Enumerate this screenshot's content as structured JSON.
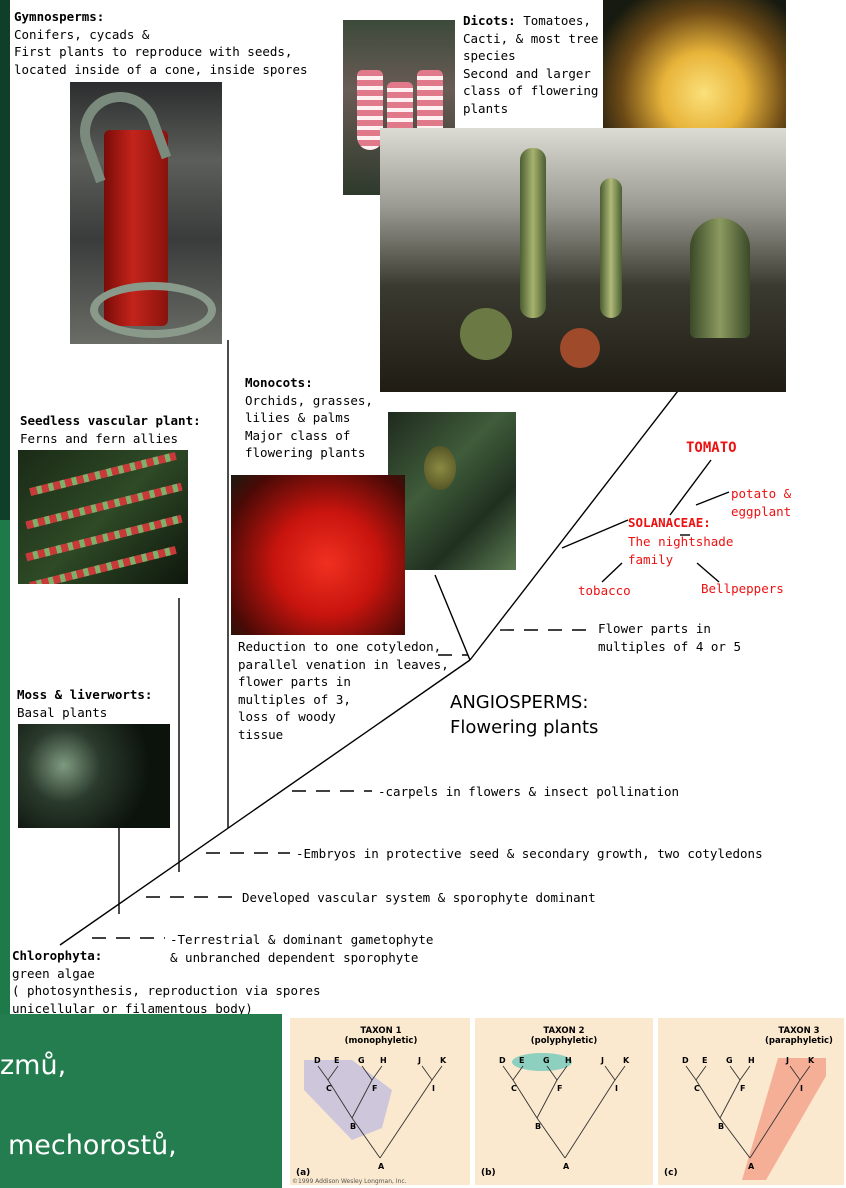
{
  "gymnosperms": {
    "title": "Gymnosperms:",
    "desc": "Conifers, cycads &\nFirst plants to reproduce with seeds,\nlocated inside of a cone, inside spores"
  },
  "dicots": {
    "title": "Dicots:",
    "desc": "Tomatoes,\nCacti, & most tree\nspecies\nSecond and larger\nclass of flowering\nplants"
  },
  "monocots": {
    "title": "Monocots:",
    "desc": "Orchids, grasses,\nlilies & palms\nMajor class of\nflowering plants"
  },
  "seedless": {
    "title": "Seedless vascular plant:",
    "desc": "Ferns and fern allies"
  },
  "moss": {
    "title": "Moss & liverworts:",
    "desc": "Basal plants"
  },
  "chlorophyta": {
    "title": "Chlorophyta:",
    "desc": "green algae\n( photosynthesis, reproduction via spores\nunicellular or filamentous body)"
  },
  "tomato": {
    "title": "TOMATO",
    "potato": "potato & eggplant",
    "solanaceae": "SOLANACEAE:",
    "nightshade": "The nightshade\nfamily",
    "tobacco": "tobacco",
    "bellpeppers": "Bellpeppers"
  },
  "flower_parts": "Flower parts in\nmultiples of 4 or 5",
  "monocot_traits": "Reduction to one cotyledon,\nparallel venation in leaves,\nflower parts in\nmultiples of 3,\nloss of woody\ntissue",
  "angiosperms": "ANGIOSPERMS:\nFlowering plants",
  "traits": {
    "carpels": "-carpels in flowers & insect pollination",
    "embryos": "-Embryos in protective seed & secondary growth, two cotyledons",
    "vascular": "Developed vascular system & sporophyte dominant",
    "terrestrial": "-Terrestrial & dominant gametophyte\n & unbranched dependent sporophyte"
  },
  "slide": {
    "line1": "zmů,",
    "line2": "mechorostů,"
  },
  "taxa": {
    "panel_a": {
      "title": "TAXON 1\n(monophyletic)",
      "letter": "(a)"
    },
    "panel_b": {
      "title": "TAXON 2\n(polyphyletic)",
      "letter": "(b)"
    },
    "panel_c": {
      "title": "TAXON 3\n(paraphyletic)",
      "letter": "(c)"
    },
    "copyright": "©1999 Addison Wesley Longman, Inc.",
    "nodes": {
      "D": "D",
      "E": "E",
      "G": "G",
      "H": "H",
      "J": "J",
      "K": "K",
      "C": "C",
      "F": "F",
      "I": "I",
      "B": "B",
      "A": "A"
    }
  }
}
